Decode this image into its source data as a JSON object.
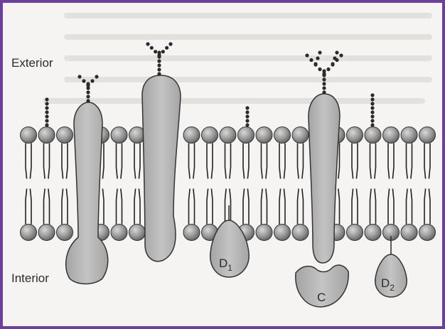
{
  "labels": {
    "exterior": "Exterior",
    "interior": "Interior",
    "protein_d1": "D",
    "protein_d1_sub": "1",
    "protein_c": "C",
    "protein_d2": "D",
    "protein_d2_sub": "2"
  },
  "colors": {
    "frame_border": "#6b3fa0",
    "head_fill": "#8f8f8f",
    "protein_fill": "#b0b0b0",
    "outline": "#333333"
  }
}
